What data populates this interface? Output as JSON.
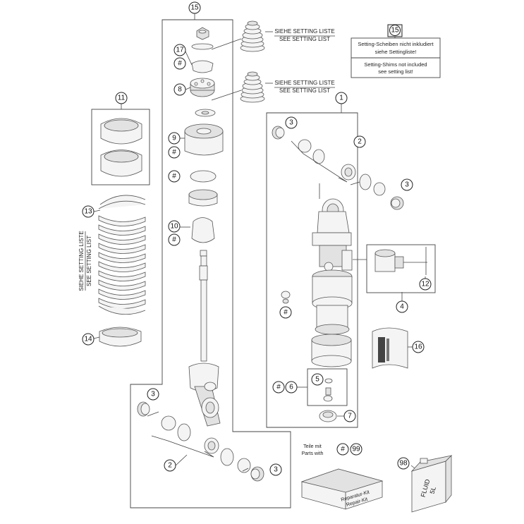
{
  "callouts": {
    "c15_top": "15",
    "c15_note": "15",
    "c17": "17",
    "c8": "8",
    "c9": "9",
    "c10": "10",
    "c11": "11",
    "c13": "13",
    "c14": "14",
    "c1": "1",
    "c3_a": "3",
    "c3_b": "3",
    "c3_c": "3",
    "c3_d": "3",
    "c2_a": "2",
    "c2_b": "2",
    "c4": "4",
    "c12": "12",
    "c16": "16",
    "c5": "5",
    "c6": "6",
    "c7": "7",
    "c98": "98",
    "c99": "99",
    "hash": "#"
  },
  "setting_labels": {
    "upper_de": "SIEHE SETTING LISTE",
    "upper_en": "SEE SETTING LIST",
    "lower_de": "SIEHE SETTING LISTE",
    "lower_en": "SEE SETTING LIST",
    "spring_de": "SIEHE SETTING LISTE",
    "spring_en": "SEE SETTING LIST"
  },
  "note": {
    "de_line1": "Setting-Scheiben nicht inkludiert",
    "de_line2": "siehe Settingliste!",
    "en_line1": "Setting-Shims not included",
    "en_line2": "see setting list!"
  },
  "parts_with": {
    "de": "Teile mit",
    "en": "Parts with"
  },
  "kit_label": {
    "line1": "Reparatur-Kit",
    "line2": "Repair-Kit"
  },
  "fluid_label": {
    "line1": "FLUID",
    "line2": "5L"
  }
}
